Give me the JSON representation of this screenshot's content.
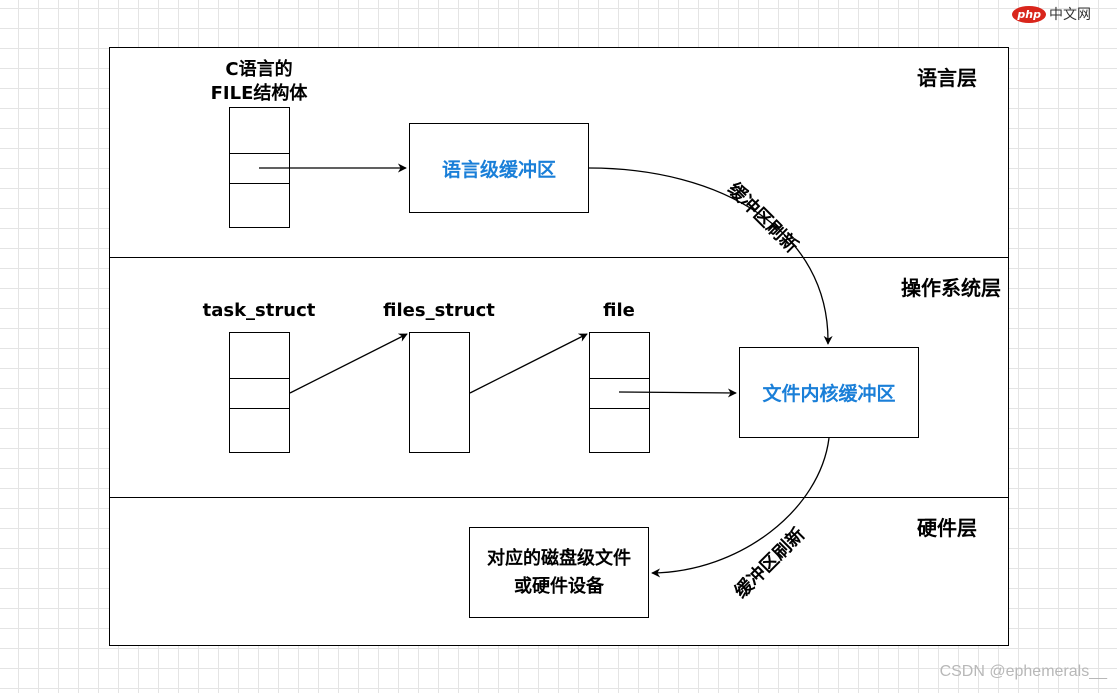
{
  "logo": {
    "badge": "php",
    "text": "中文网"
  },
  "layers": {
    "language": "语言层",
    "os": "操作系统层",
    "hardware": "硬件层"
  },
  "language_layer": {
    "file_struct_label_line1": "C语言的",
    "file_struct_label_line2": "FILE结构体",
    "buffer_box": "语言级缓冲区"
  },
  "os_layer": {
    "task_struct_label": "task_struct",
    "files_struct_label": "files_struct",
    "file_label": "file",
    "kernel_buffer_box": "文件内核缓冲区"
  },
  "hardware_layer": {
    "device_line1": "对应的磁盘级文件",
    "device_line2": "或硬件设备"
  },
  "flush_labels": {
    "top": "缓冲区刷新",
    "bottom": "缓冲区刷新"
  },
  "watermark": "CSDN @ephemerals__"
}
